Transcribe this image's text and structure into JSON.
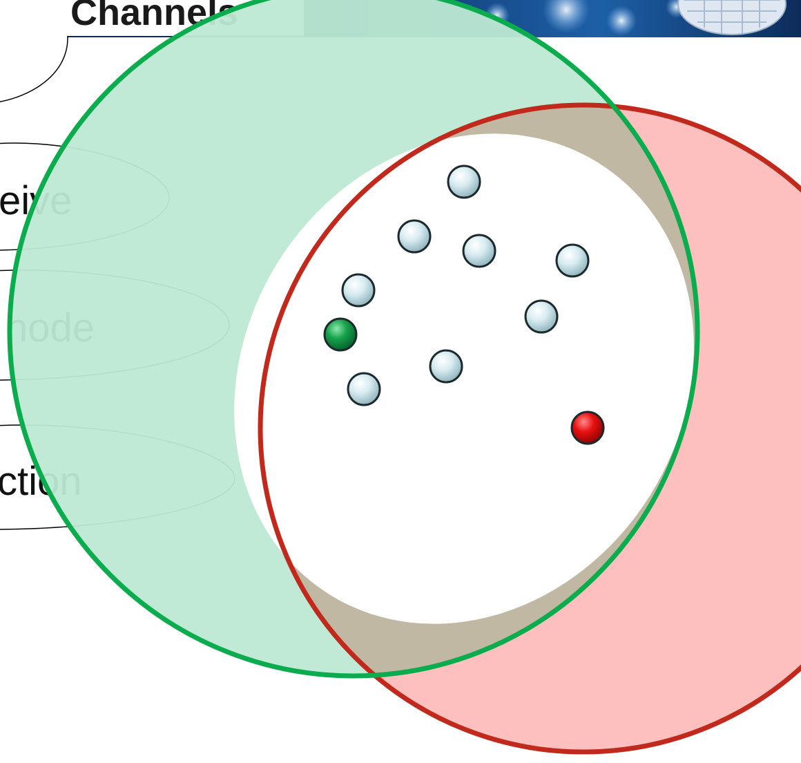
{
  "header": {
    "title_fragment": "Channels"
  },
  "bullets": [
    {
      "text": "eive"
    },
    {
      "text": "node"
    },
    {
      "text": "ction"
    }
  ],
  "colors": {
    "green_circle_stroke": "#0aac4e",
    "green_circle_fill": "#bde9d3",
    "red_circle_stroke": "#f01414",
    "red_circle_fill": "#fdc0be",
    "inner_ellipse_stroke": "#c0291c",
    "overlap_fill": "#c0b8a2",
    "header_band": "#0d2a57",
    "node_default": "#cfe6ec",
    "node_green": "#0f9a43",
    "node_red": "#e20c0c"
  },
  "nodes": [
    {
      "id": "n1",
      "kind": "default"
    },
    {
      "id": "n2",
      "kind": "default"
    },
    {
      "id": "n3",
      "kind": "default"
    },
    {
      "id": "n4",
      "kind": "default"
    },
    {
      "id": "n5",
      "kind": "default"
    },
    {
      "id": "n6",
      "kind": "default"
    },
    {
      "id": "n7",
      "kind": "default"
    },
    {
      "id": "n8",
      "kind": "default"
    },
    {
      "id": "n9",
      "kind": "green"
    },
    {
      "id": "n10",
      "kind": "red"
    }
  ]
}
